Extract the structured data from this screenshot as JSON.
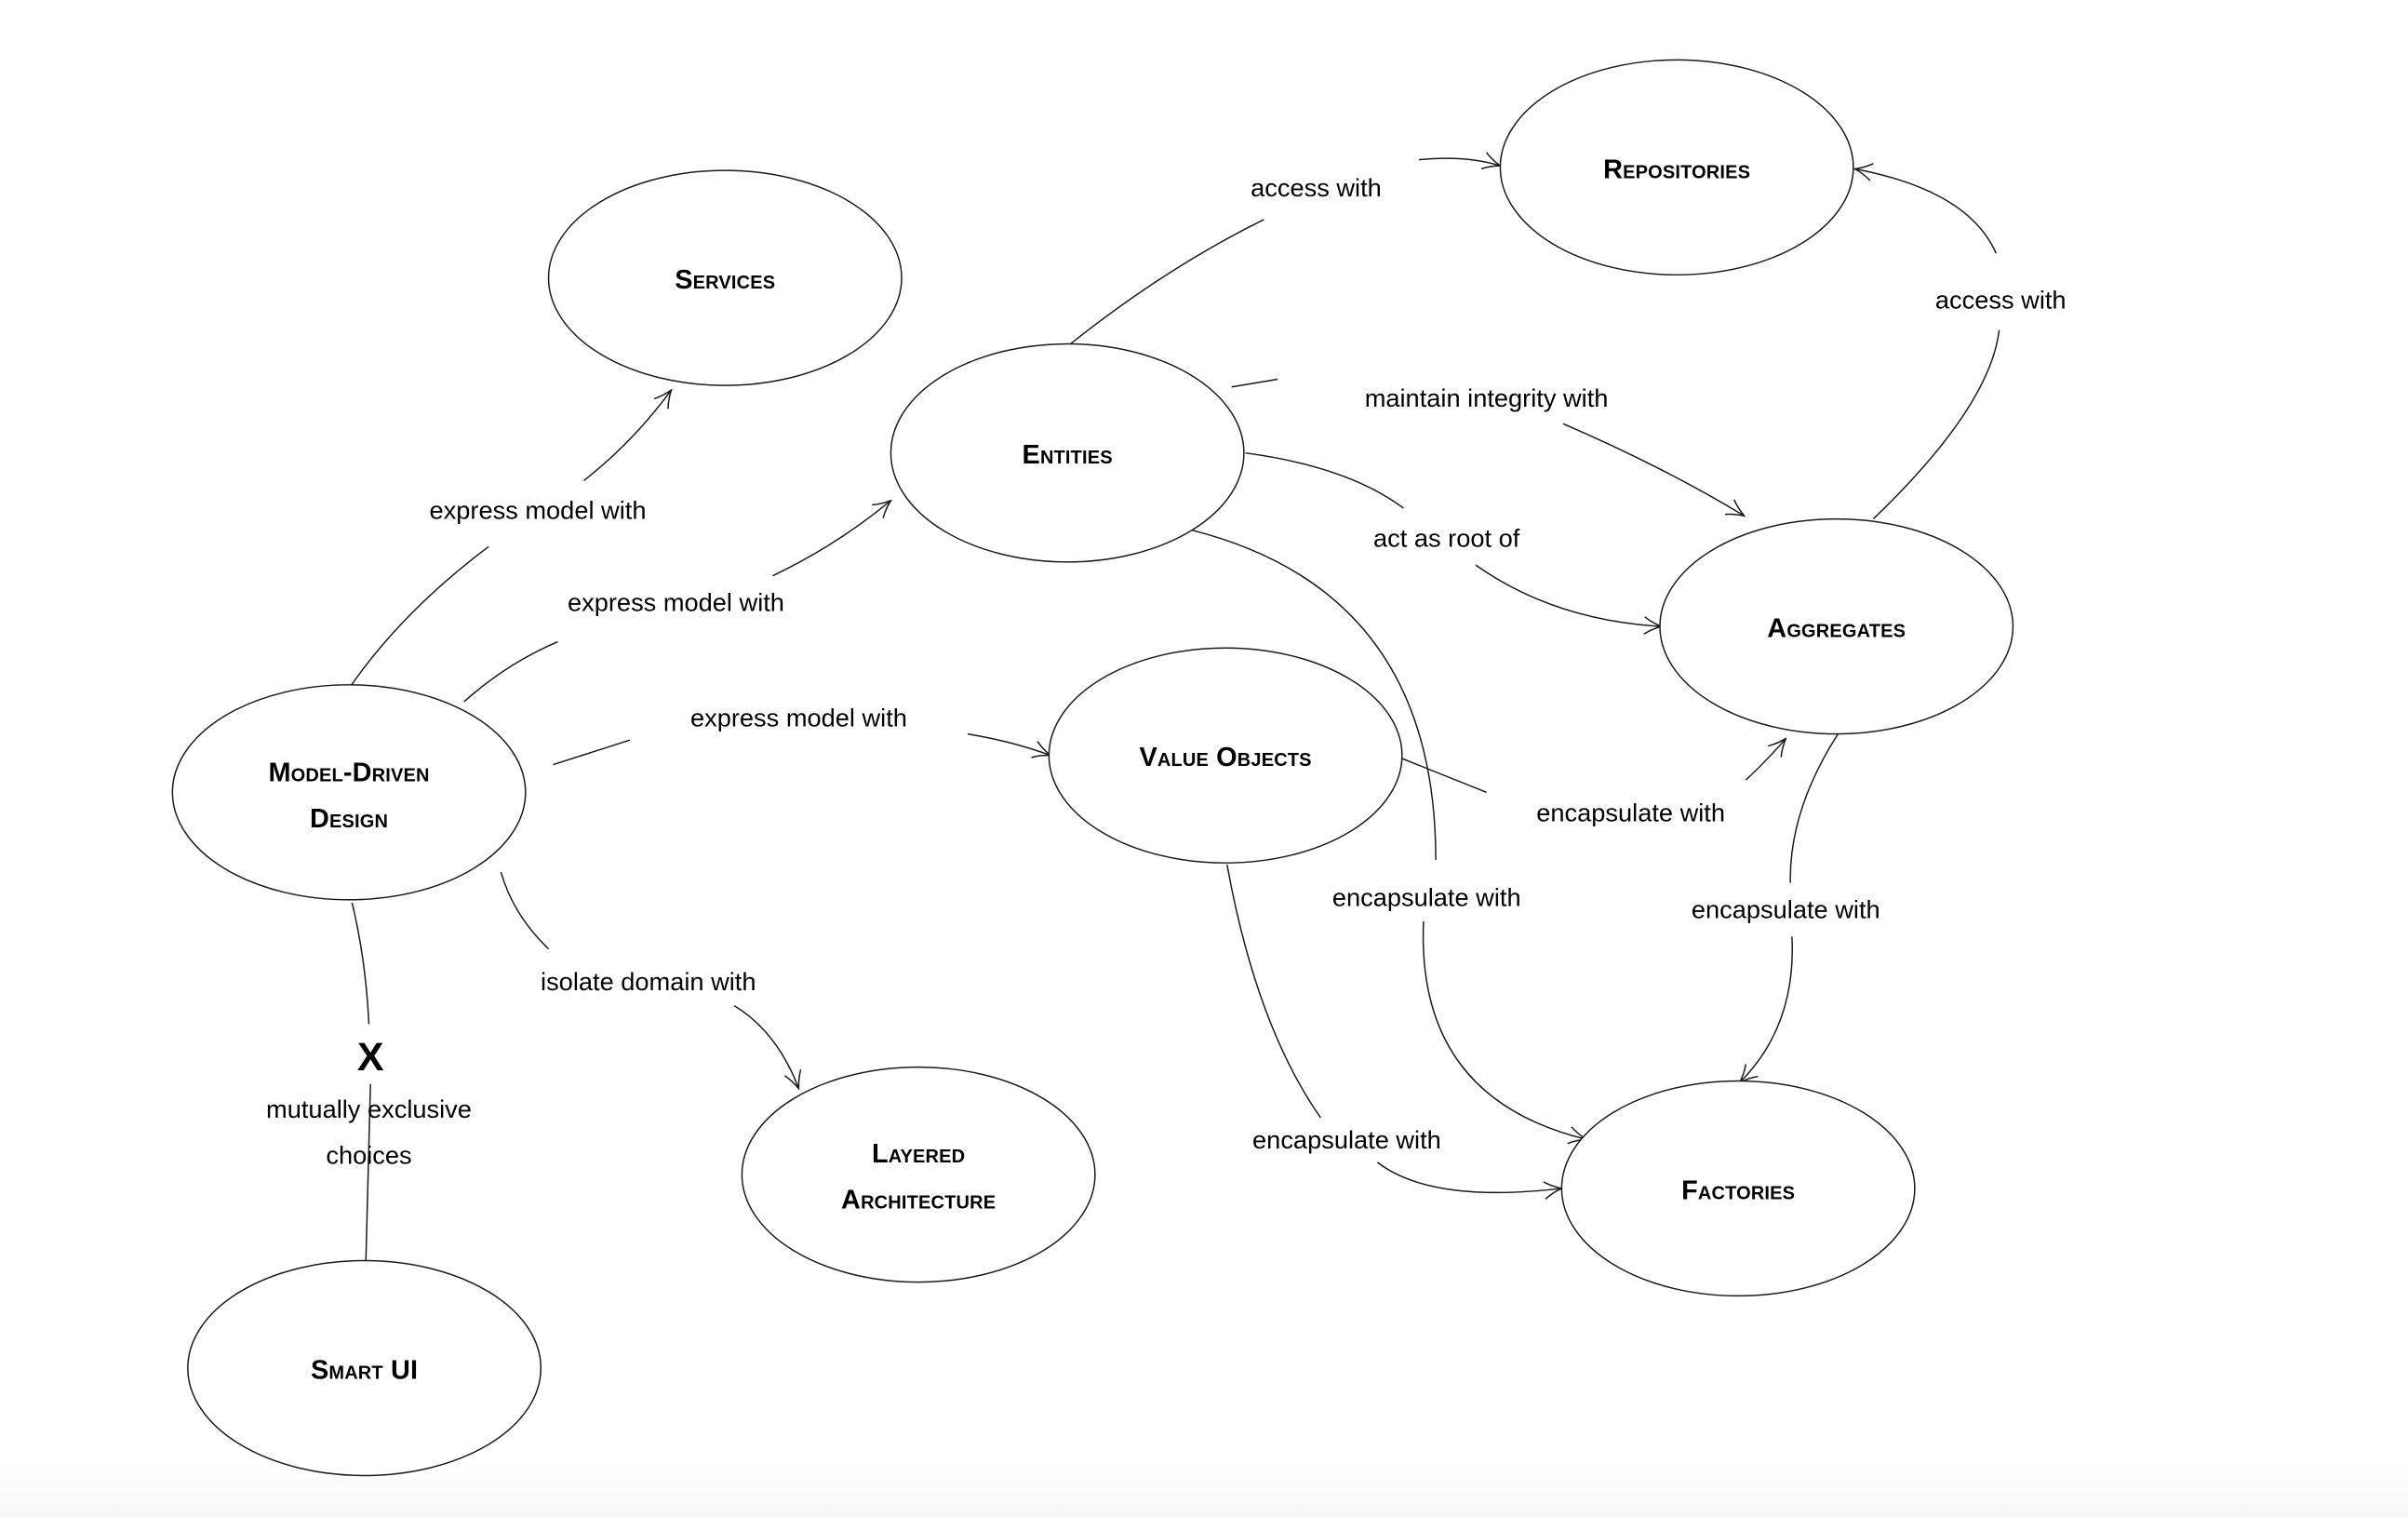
{
  "diagram": {
    "title": "Navigation map of model-driven design patterns",
    "nodes": {
      "services": "Services",
      "entities": "Entities",
      "repositories": "Repositories",
      "aggregates": "Aggregates",
      "value_objects": "Value Objects",
      "model_driven_design_line1": "Model-Driven",
      "model_driven_design_line2": "Design",
      "layered_architecture_line1": "Layered",
      "layered_architecture_line2": "Architecture",
      "factories": "Factories",
      "smart_ui": "Smart UI"
    },
    "edges": [
      {
        "from": "Model-Driven Design",
        "to": "Services",
        "label": "express model with"
      },
      {
        "from": "Model-Driven Design",
        "to": "Entities",
        "label": "express model with"
      },
      {
        "from": "Model-Driven Design",
        "to": "Value Objects",
        "label": "express model with"
      },
      {
        "from": "Model-Driven Design",
        "to": "Layered Architecture",
        "label": "isolate domain with"
      },
      {
        "from": "Model-Driven Design",
        "to": "Smart UI",
        "label": "mutually exclusive choices",
        "marker": "X",
        "label_line1": "mutually exclusive",
        "label_line2": "choices"
      },
      {
        "from": "Entities",
        "to": "Repositories",
        "label": "access with"
      },
      {
        "from": "Entities",
        "to": "Aggregates",
        "label": "maintain integrity with"
      },
      {
        "from": "Entities",
        "to": "Aggregates",
        "label": "act as root of"
      },
      {
        "from": "Aggregates",
        "to": "Repositories",
        "label": "access with"
      },
      {
        "from": "Entities",
        "to": "Factories",
        "label": "encapsulate with"
      },
      {
        "from": "Value Objects",
        "to": "Aggregates",
        "label": "encapsulate with"
      },
      {
        "from": "Value Objects",
        "to": "Factories",
        "label": "encapsulate with"
      },
      {
        "from": "Aggregates",
        "to": "Factories",
        "label": "encapsulate with"
      }
    ]
  }
}
